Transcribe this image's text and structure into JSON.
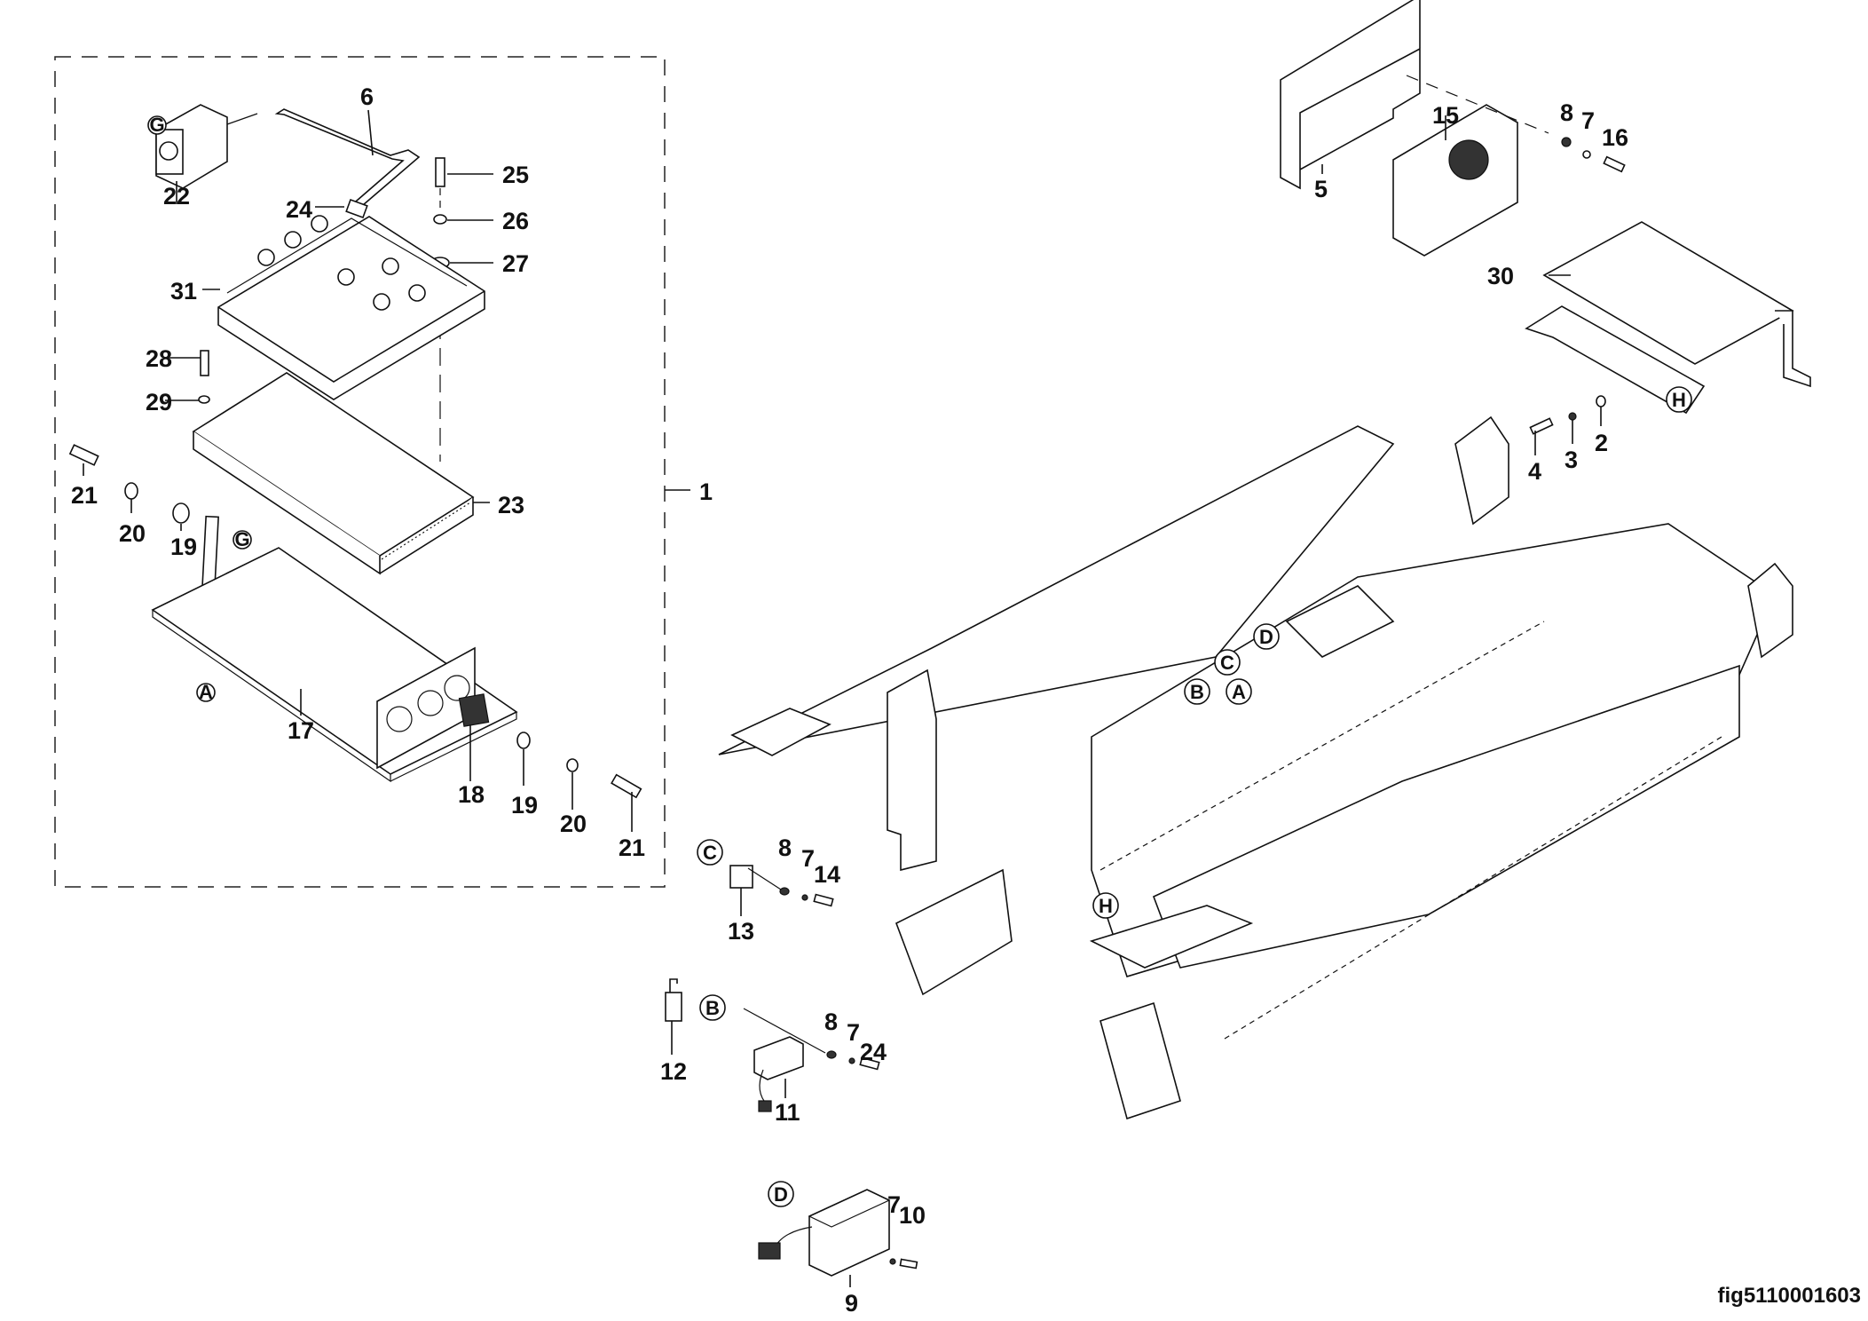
{
  "figure_id": "fig5110001603",
  "assembly_label": "1",
  "callouts": [
    {
      "id": "c6",
      "text": "6"
    },
    {
      "id": "c25",
      "text": "25"
    },
    {
      "id": "c26",
      "text": "26"
    },
    {
      "id": "c27",
      "text": "27"
    },
    {
      "id": "c22",
      "text": "22"
    },
    {
      "id": "c24a",
      "text": "24"
    },
    {
      "id": "c31",
      "text": "31"
    },
    {
      "id": "c28",
      "text": "28"
    },
    {
      "id": "c29",
      "text": "29"
    },
    {
      "id": "c21a",
      "text": "21"
    },
    {
      "id": "c20a",
      "text": "20"
    },
    {
      "id": "c19a",
      "text": "19"
    },
    {
      "id": "c23",
      "text": "23"
    },
    {
      "id": "c1",
      "text": "1"
    },
    {
      "id": "c17",
      "text": "17"
    },
    {
      "id": "c18",
      "text": "18"
    },
    {
      "id": "c19b",
      "text": "19"
    },
    {
      "id": "c20b",
      "text": "20"
    },
    {
      "id": "c21b",
      "text": "21"
    },
    {
      "id": "c5",
      "text": "5"
    },
    {
      "id": "c15",
      "text": "15"
    },
    {
      "id": "c8a",
      "text": "8"
    },
    {
      "id": "c7a",
      "text": "7"
    },
    {
      "id": "c16",
      "text": "16"
    },
    {
      "id": "c30",
      "text": "30"
    },
    {
      "id": "c4",
      "text": "4"
    },
    {
      "id": "c3",
      "text": "3"
    },
    {
      "id": "c2",
      "text": "2"
    },
    {
      "id": "c13",
      "text": "13"
    },
    {
      "id": "c8b",
      "text": "8"
    },
    {
      "id": "c7b",
      "text": "7"
    },
    {
      "id": "c14",
      "text": "14"
    },
    {
      "id": "c12",
      "text": "12"
    },
    {
      "id": "c11",
      "text": "11"
    },
    {
      "id": "c8c",
      "text": "8"
    },
    {
      "id": "c7c",
      "text": "7"
    },
    {
      "id": "c24b",
      "text": "24"
    },
    {
      "id": "c9",
      "text": "9"
    },
    {
      "id": "c7d",
      "text": "7"
    },
    {
      "id": "c10",
      "text": "10"
    }
  ],
  "refs": {
    "G": "G",
    "A": "A",
    "B": "B",
    "C": "C",
    "D": "D",
    "H": "H"
  }
}
